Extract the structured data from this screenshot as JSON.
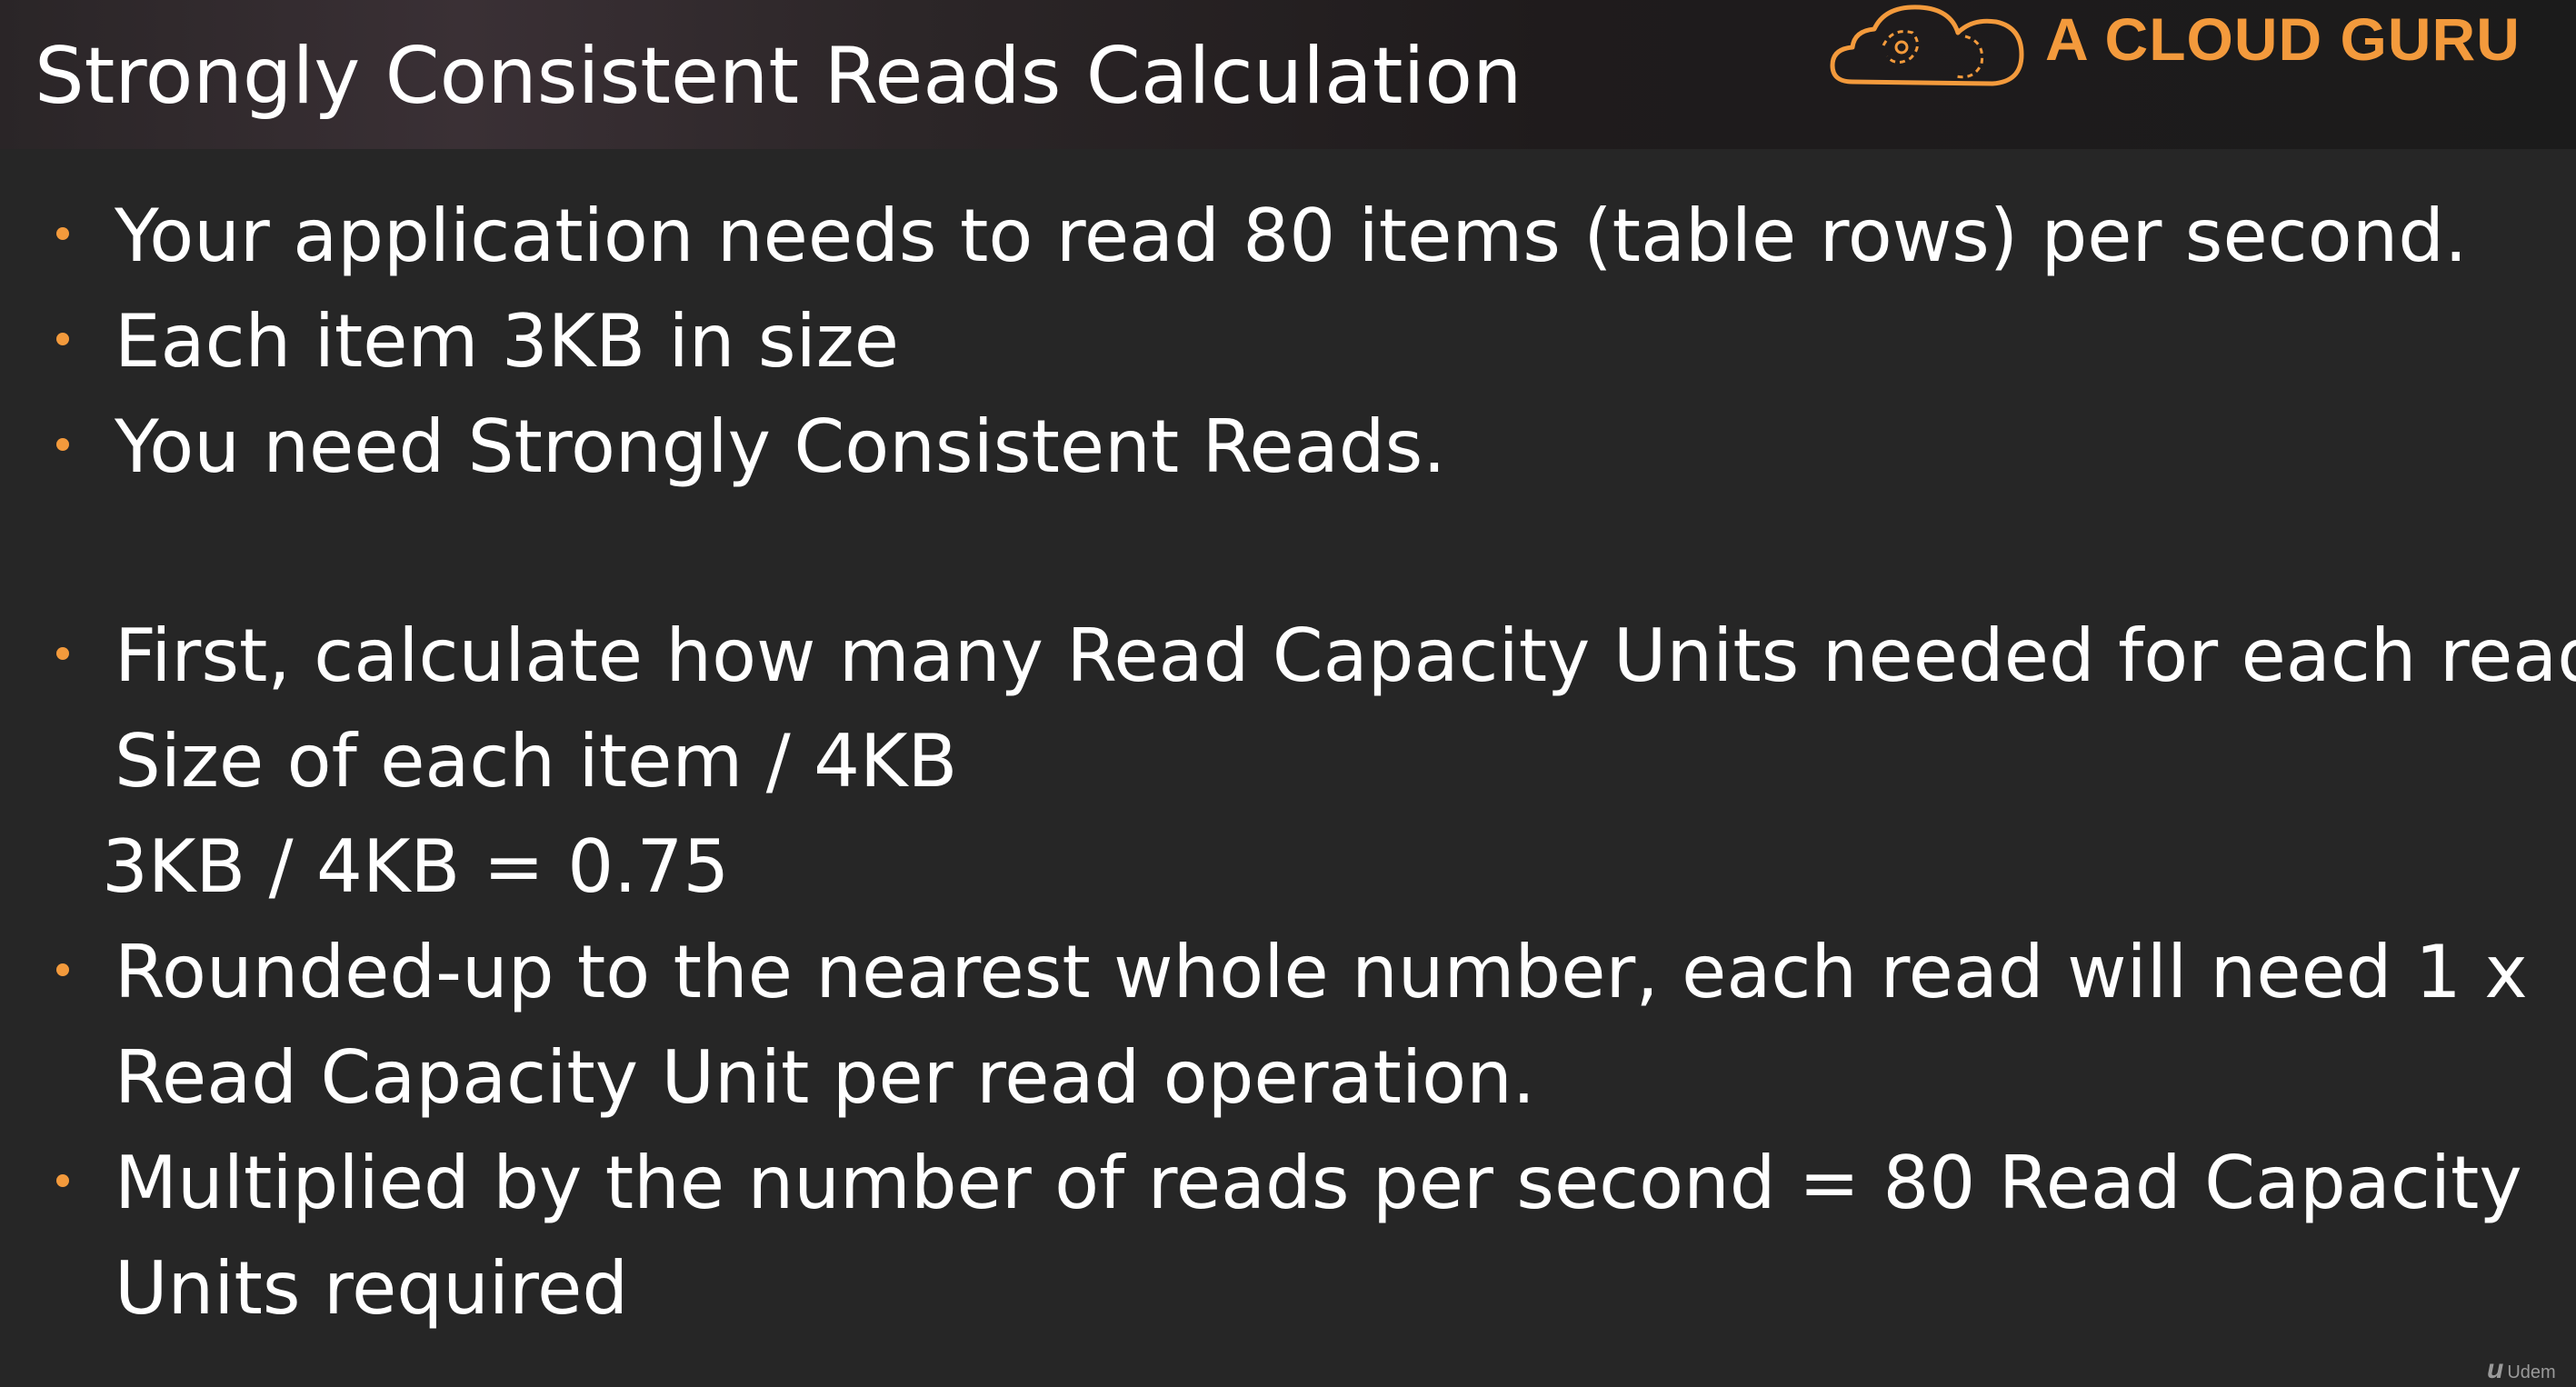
{
  "header": {
    "title": "Strongly Consistent Reads Calculation",
    "brand": "A CLOUD GURU",
    "brand_icon": "cloud-logo-icon"
  },
  "bullets": [
    "Your application needs to read 80 items (table rows) per second.",
    "Each item 3KB in size",
    "You need Strongly Consistent Reads.",
    "First, calculate how many Read Capacity Units needed for each read:",
    "Size of each item / 4KB",
    "3KB / 4KB = 0.75",
    "Rounded-up to the nearest whole number, each read will need 1 x",
    "Read Capacity Unit per read operation.",
    "Multiplied by the number of reads per second = 80 Read Capacity",
    "Units required"
  ],
  "watermark": {
    "glyph": "u",
    "text": "Udem"
  },
  "colors": {
    "background": "#262626",
    "accent": "#f39a3c",
    "text": "#ffffff"
  }
}
